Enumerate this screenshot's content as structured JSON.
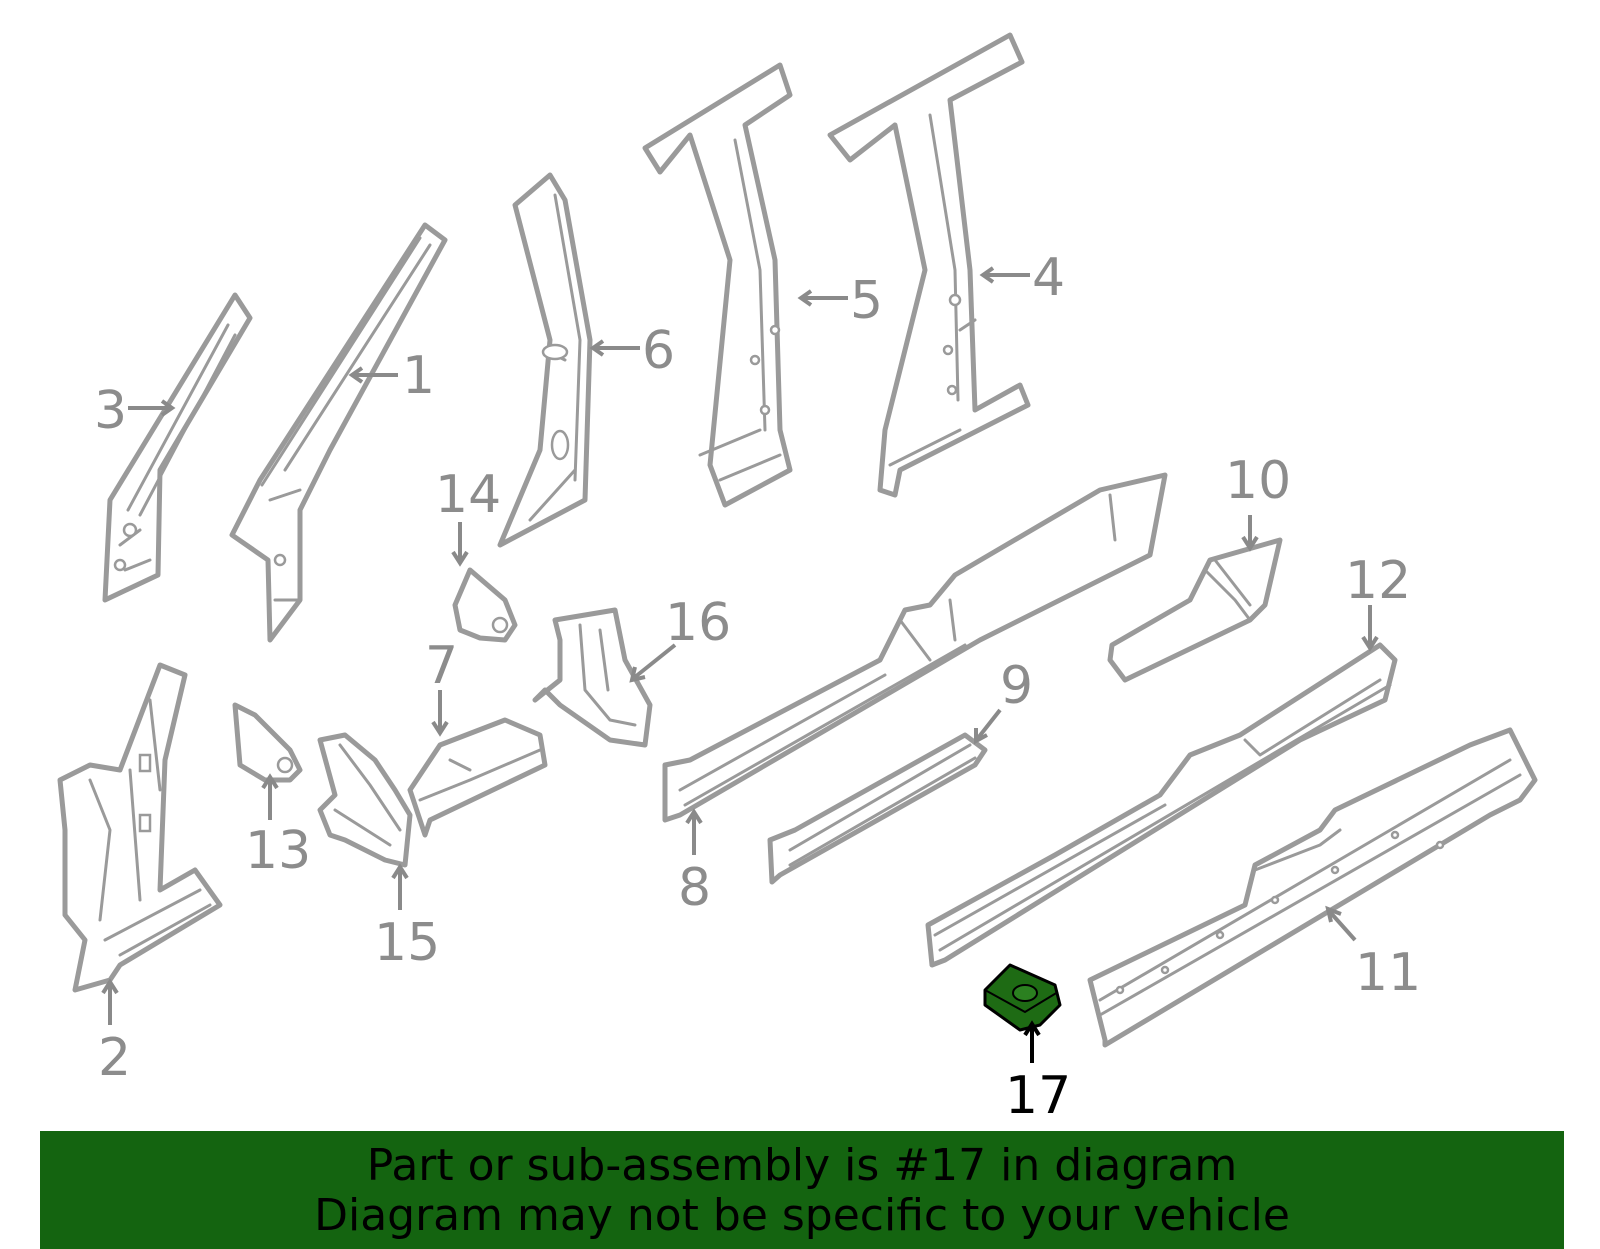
{
  "labels": {
    "l1": "1",
    "l2": "2",
    "l3": "3",
    "l4": "4",
    "l5": "5",
    "l6": "6",
    "l7": "7",
    "l8": "8",
    "l9": "9",
    "l10": "10",
    "l11": "11",
    "l12": "12",
    "l13": "13",
    "l14": "14",
    "l15": "15",
    "l16": "16",
    "l17": "17"
  },
  "highlight_part": "17",
  "colors": {
    "highlight": "#1e6b14",
    "banner": "#146410",
    "lines": "#9a9a9a"
  },
  "banner": {
    "line1": "Part or sub-assembly is #17 in diagram",
    "line2": "Diagram may not be specific to your vehicle"
  }
}
